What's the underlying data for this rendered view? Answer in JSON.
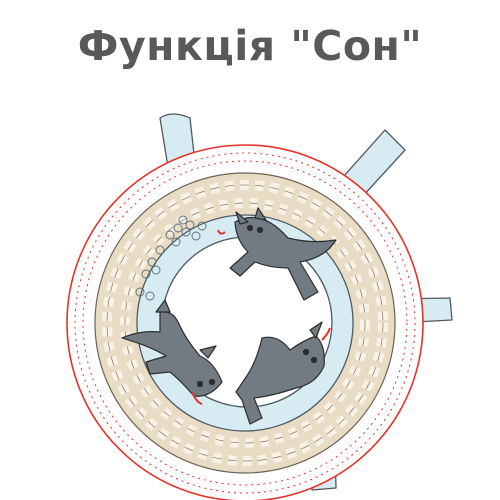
{
  "title": "Функція \"Сон\"",
  "colors": {
    "title": "#595959",
    "roof": "#e4332a",
    "building": "#e9dcc5",
    "window": "#f8f1e4",
    "water": "#d7ecf2",
    "wolf": "#727b82",
    "outline": "#2c2c2c",
    "tongue": "#e4332a"
  },
  "illustration": {
    "subject": "three-wolves-running-around-circular-river",
    "wolf_count": 3
  }
}
